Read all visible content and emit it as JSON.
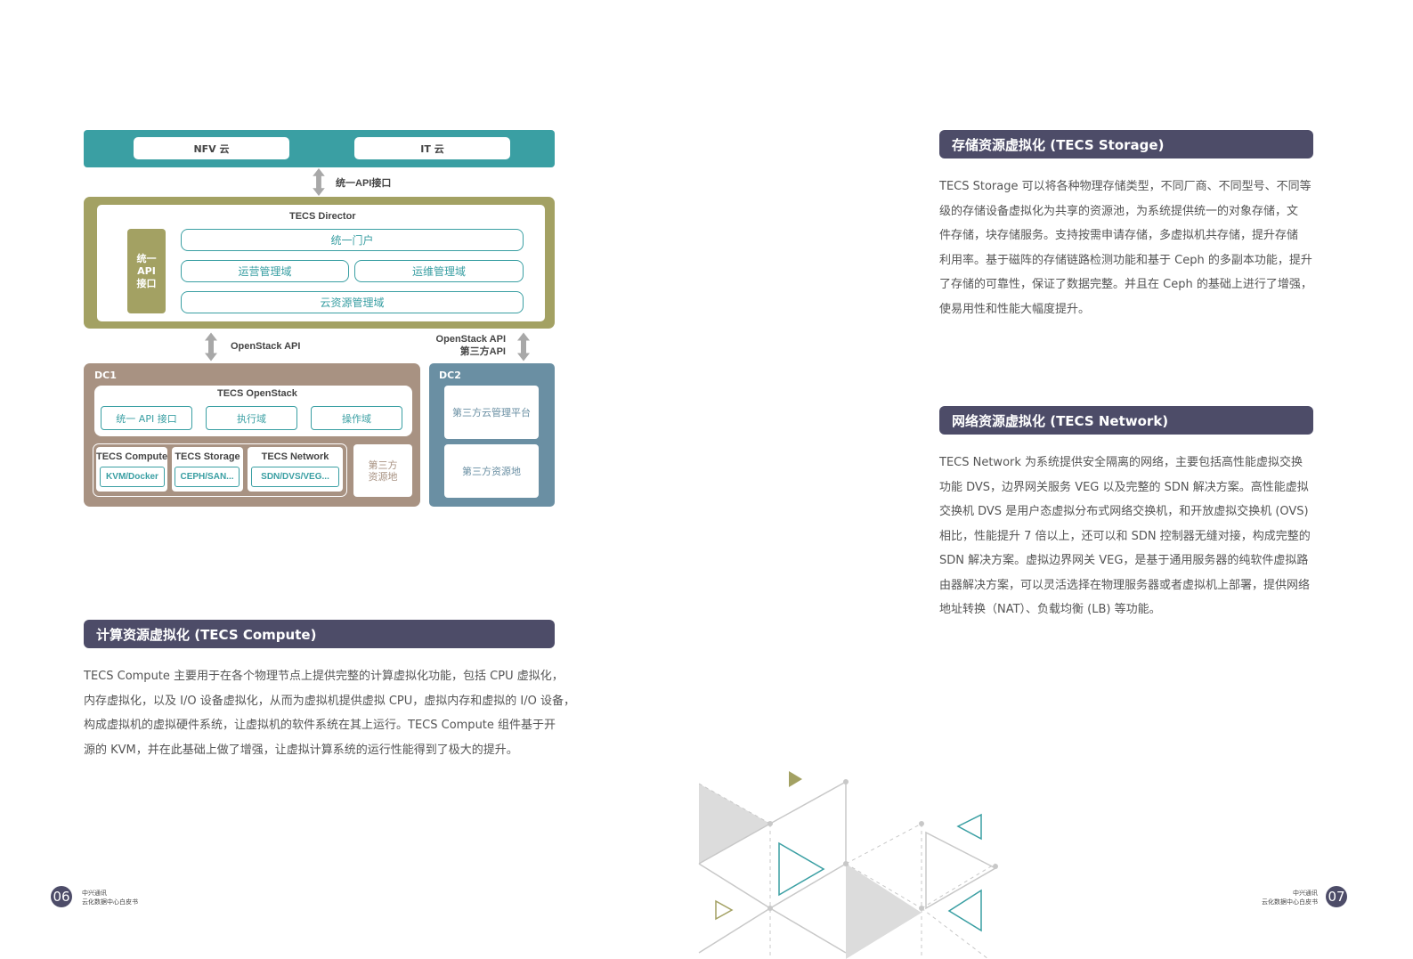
{
  "diagram": {
    "nfv": "NFV 云",
    "it": "IT 云",
    "api_top": "统一API接口",
    "director_title": "TECS Director",
    "side_api": [
      "统一",
      "API",
      "接口"
    ],
    "portal": "统一门户",
    "ops": "运营管理域",
    "maint": "运维管理域",
    "cloud_res": "云资源管理域",
    "openstack_api": "OpenStack API",
    "openstack_api2": "OpenStack API",
    "third_api": "第三方API",
    "dc1": "DC1",
    "dc2": "DC2",
    "openstack_title": "TECS OpenStack",
    "os_items": [
      "统一 API 接口",
      "执行域",
      "操作域"
    ],
    "compute": "TECS Compute",
    "compute_sub": "KVM/Docker",
    "storage": "TECS Storage",
    "storage_sub": "CEPH/SAN...",
    "network": "TECS Network",
    "network_sub": "SDN/DVS/VEG...",
    "third_res": [
      "第三方",
      "资源地"
    ],
    "third_mgmt": "第三方云管理平台",
    "third_res2": "第三方资源地",
    "colors": {
      "teal": "#3a9fa3",
      "olive": "#a3a163",
      "brown": "#a89282",
      "dc2": "#6a8fa3"
    }
  },
  "compute": {
    "title": "计算资源虚拟化 (TECS Compute)",
    "lines": [
      "TECS Compute 主要用于在各个物理节点上提供完整的计算虚拟化功能，包括 CPU 虚拟化，",
      "内存虚拟化，以及 I/O 设备虚拟化，从而为虚拟机提供虚拟 CPU，虚拟内存和虚拟的 I/O 设备，",
      "构成虚拟机的虚拟硬件系统，让虚拟机的软件系统在其上运行。TECS Compute 组件基于开",
      "源的 KVM，并在此基础上做了增强，让虚拟计算系统的运行性能得到了极大的提升。"
    ]
  },
  "storage": {
    "title": "存储资源虚拟化 (TECS Storage)",
    "lines": [
      "TECS Storage 可以将各种物理存储类型，不同厂商、不同型号、不同等",
      "级的存储设备虚拟化为共享的资源池，为系统提供统一的对象存储，文",
      "件存储，块存储服务。支持按需申请存储，多虚拟机共存储，提升存储",
      "利用率。基于磁阵的存储链路检测功能和基于 Ceph 的多副本功能，提升",
      "了存储的可靠性，保证了数据完整。并且在 Ceph 的基础上进行了增强，",
      "使易用性和性能大幅度提升。"
    ]
  },
  "network": {
    "title": "网络资源虚拟化 (TECS Network)",
    "lines": [
      "TECS Network 为系统提供安全隔离的网络，主要包括高性能虚拟交换",
      "功能 DVS，边界网关服务 VEG 以及完整的 SDN 解决方案。高性能虚拟",
      "交换机 DVS 是用户态虚拟分布式网络交换机，和开放虚拟交换机 (OVS)",
      "相比，性能提升 7 倍以上，还可以和 SDN 控制器无缝对接，构成完整的",
      "SDN 解决方案。虚拟边界网关 VEG，是基于通用服务器的纯软件虚拟路",
      "由器解决方案，可以灵活选择在物理服务器或者虚拟机上部署，提供网络",
      "地址转换（NAT）、负载均衡 (LB) 等功能。"
    ]
  },
  "footer": {
    "left_page": "06",
    "right_page": "07",
    "company": "中兴通讯",
    "book": "云化数据中心白皮书"
  }
}
